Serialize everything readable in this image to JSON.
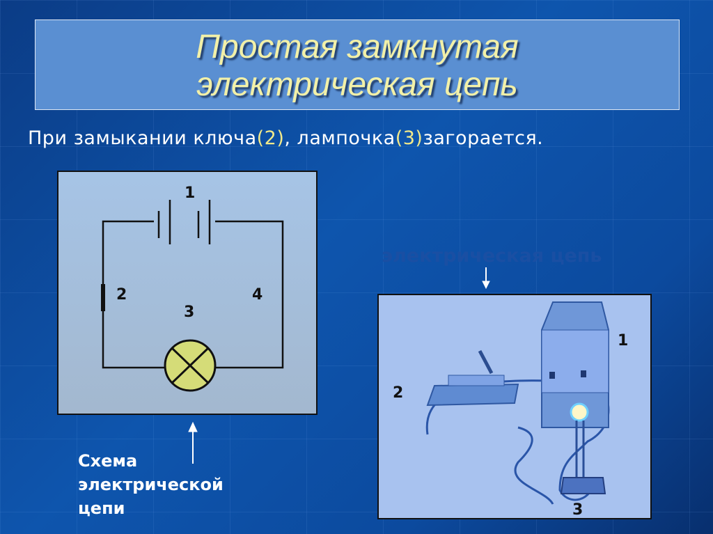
{
  "title": {
    "line1": "Простая замкнутая",
    "line2": "электрическая цепь"
  },
  "subtitle": {
    "part1": "При замыкании ключа",
    "key_ref": "(2)",
    "part2": ", лампочка",
    "lamp_ref": "(3)",
    "part3": "загорается."
  },
  "schematic": {
    "labels": {
      "battery": "1",
      "switch": "2",
      "lamp": "3",
      "wire": "4"
    },
    "caption": [
      "Схема",
      "электрической",
      "цепи"
    ]
  },
  "illustration": {
    "label": "электрическая цепь",
    "labels": {
      "source": "1",
      "switch": "2",
      "lamp": "3"
    }
  },
  "colors": {
    "title": "#f2f0a8",
    "highlight": "#f2e98a",
    "lamp_fill": "#d5dc78"
  }
}
